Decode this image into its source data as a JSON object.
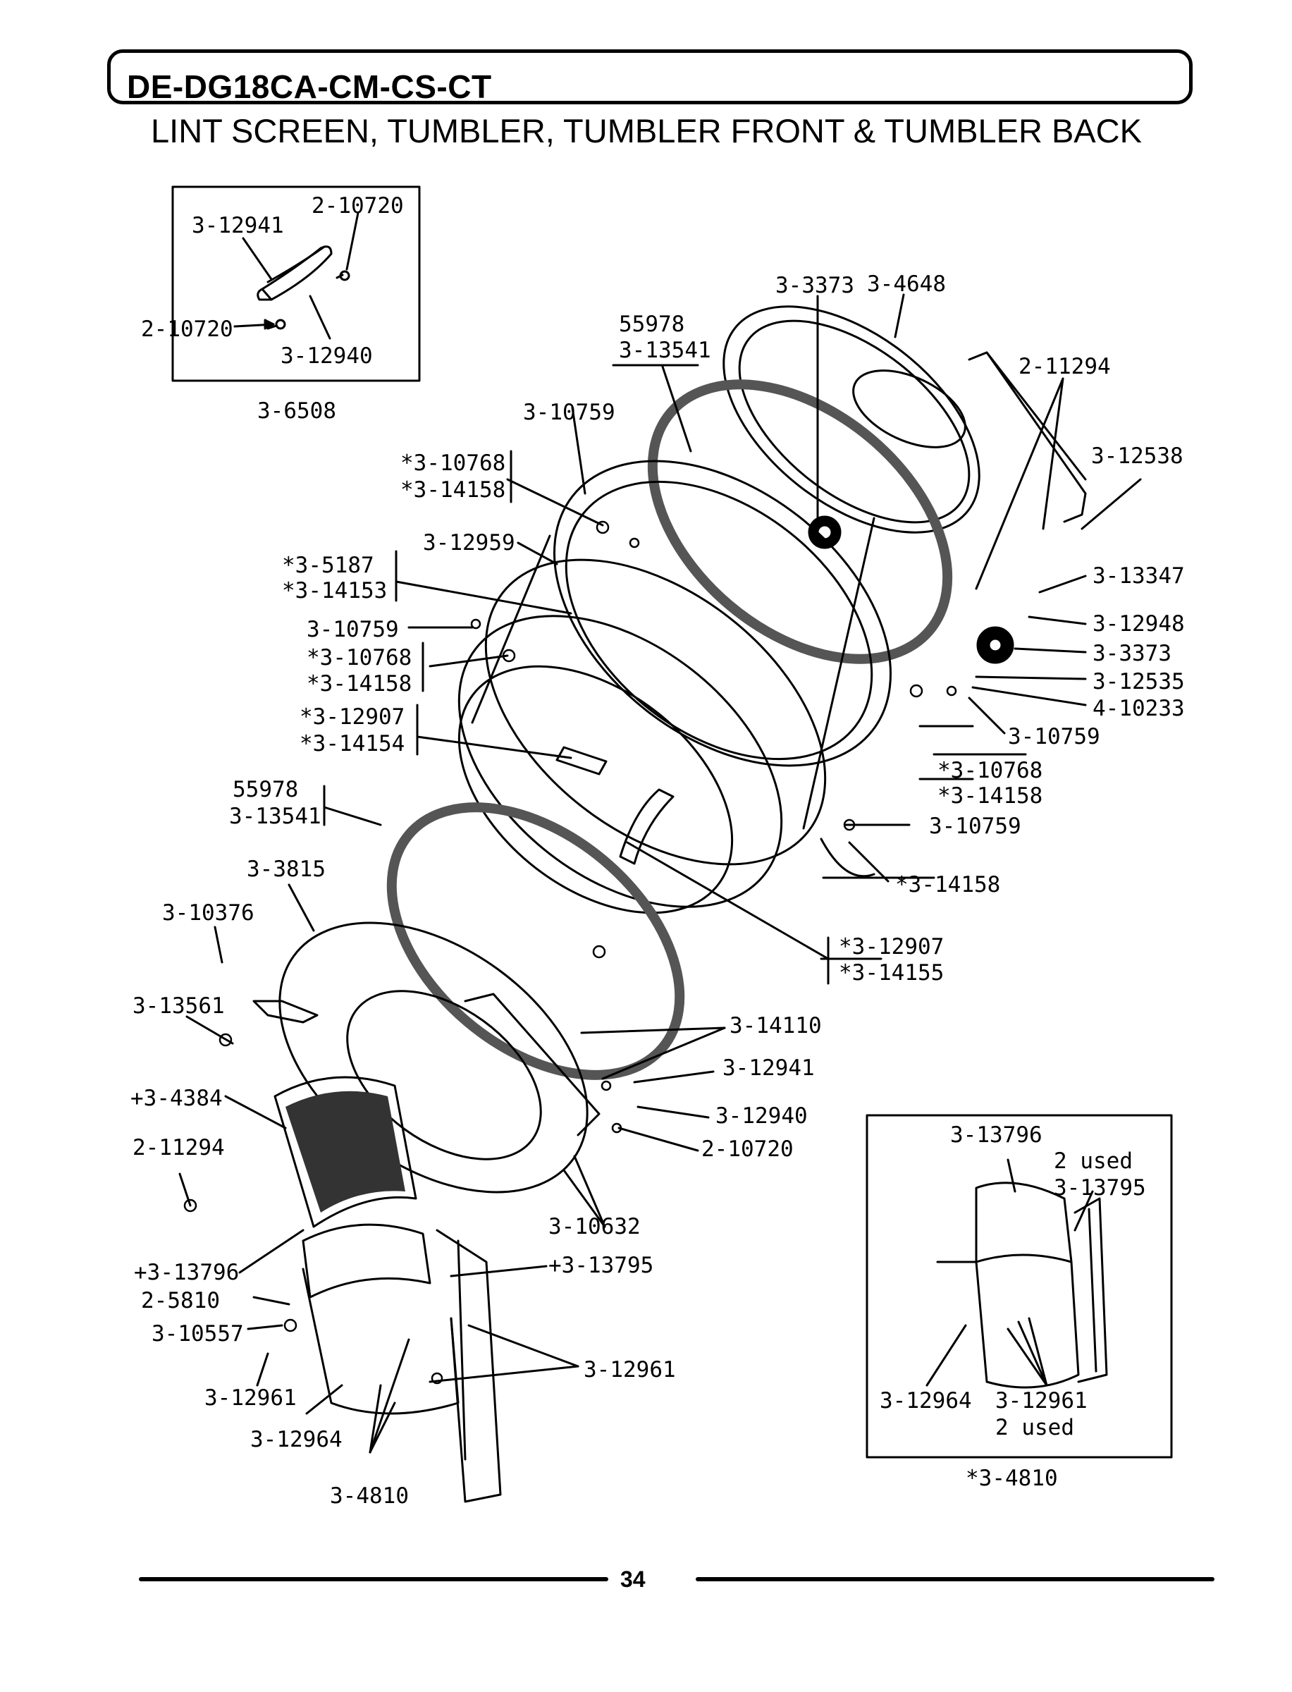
{
  "header": {
    "model": "DE-DG18CA-CM-CS-CT",
    "title": "LINT SCREEN, TUMBLER, TUMBLER FRONT & TUMBLER BACK"
  },
  "inset_top": {
    "labels": [
      "3-12941",
      "2-10720",
      "2-10720",
      "3-12940"
    ],
    "caption": "3-6508"
  },
  "inset_bottom": {
    "labels": [
      "3-13796",
      "2 used",
      "3-13795",
      "3-12964",
      "3-12961",
      "2 used"
    ],
    "caption": "*3-4810"
  },
  "callouts": {
    "back_top_a": "3-3373",
    "back_top_b": "3-4648",
    "seal_back_a": "55978",
    "seal_back_b": "3-13541",
    "back_right_a": "2-11294",
    "back_right_b": "3-12538",
    "back_right_c": "3-13347",
    "back_right_d": "3-12948",
    "back_right_e": "3-3373",
    "back_right_f": "3-12535",
    "back_right_g": "4-10233",
    "back_right_h": "3-10759",
    "back_right_i": "*3-10768",
    "back_right_j": "*3-14158",
    "back_right_k": "3-10759",
    "back_right_l": "*3-14158",
    "left_a": "3-10759",
    "left_b": "*3-10768",
    "left_c": "*3-14158",
    "left_d": "3-12959",
    "left_e": "*3-5187",
    "left_f": "*3-14153",
    "left_g": "3-10759",
    "left_h": "*3-10768",
    "left_i": "*3-14158",
    "left_j": "*3-12907",
    "left_k": "*3-14154",
    "seal_front_a": "55978",
    "seal_front_b": "3-13541",
    "front_a": "3-3815",
    "front_b": "3-10376",
    "front_c": "3-13561",
    "front_d": "+3-4384",
    "front_e": "2-11294",
    "front_f": "+3-13796",
    "front_g": "2-5810",
    "front_h": "3-10557",
    "front_i": "3-12961",
    "front_j": "3-12964",
    "front_k": "3-4810",
    "mid_a": "*3-12907",
    "mid_b": "*3-14155",
    "mid_c": "3-14110",
    "mid_d": "3-12941",
    "mid_e": "3-12940",
    "mid_f": "2-10720",
    "mid_g": "3-10632",
    "mid_h": "+3-13795",
    "mid_i": "3-12961"
  },
  "footer": {
    "page_number": "34"
  }
}
